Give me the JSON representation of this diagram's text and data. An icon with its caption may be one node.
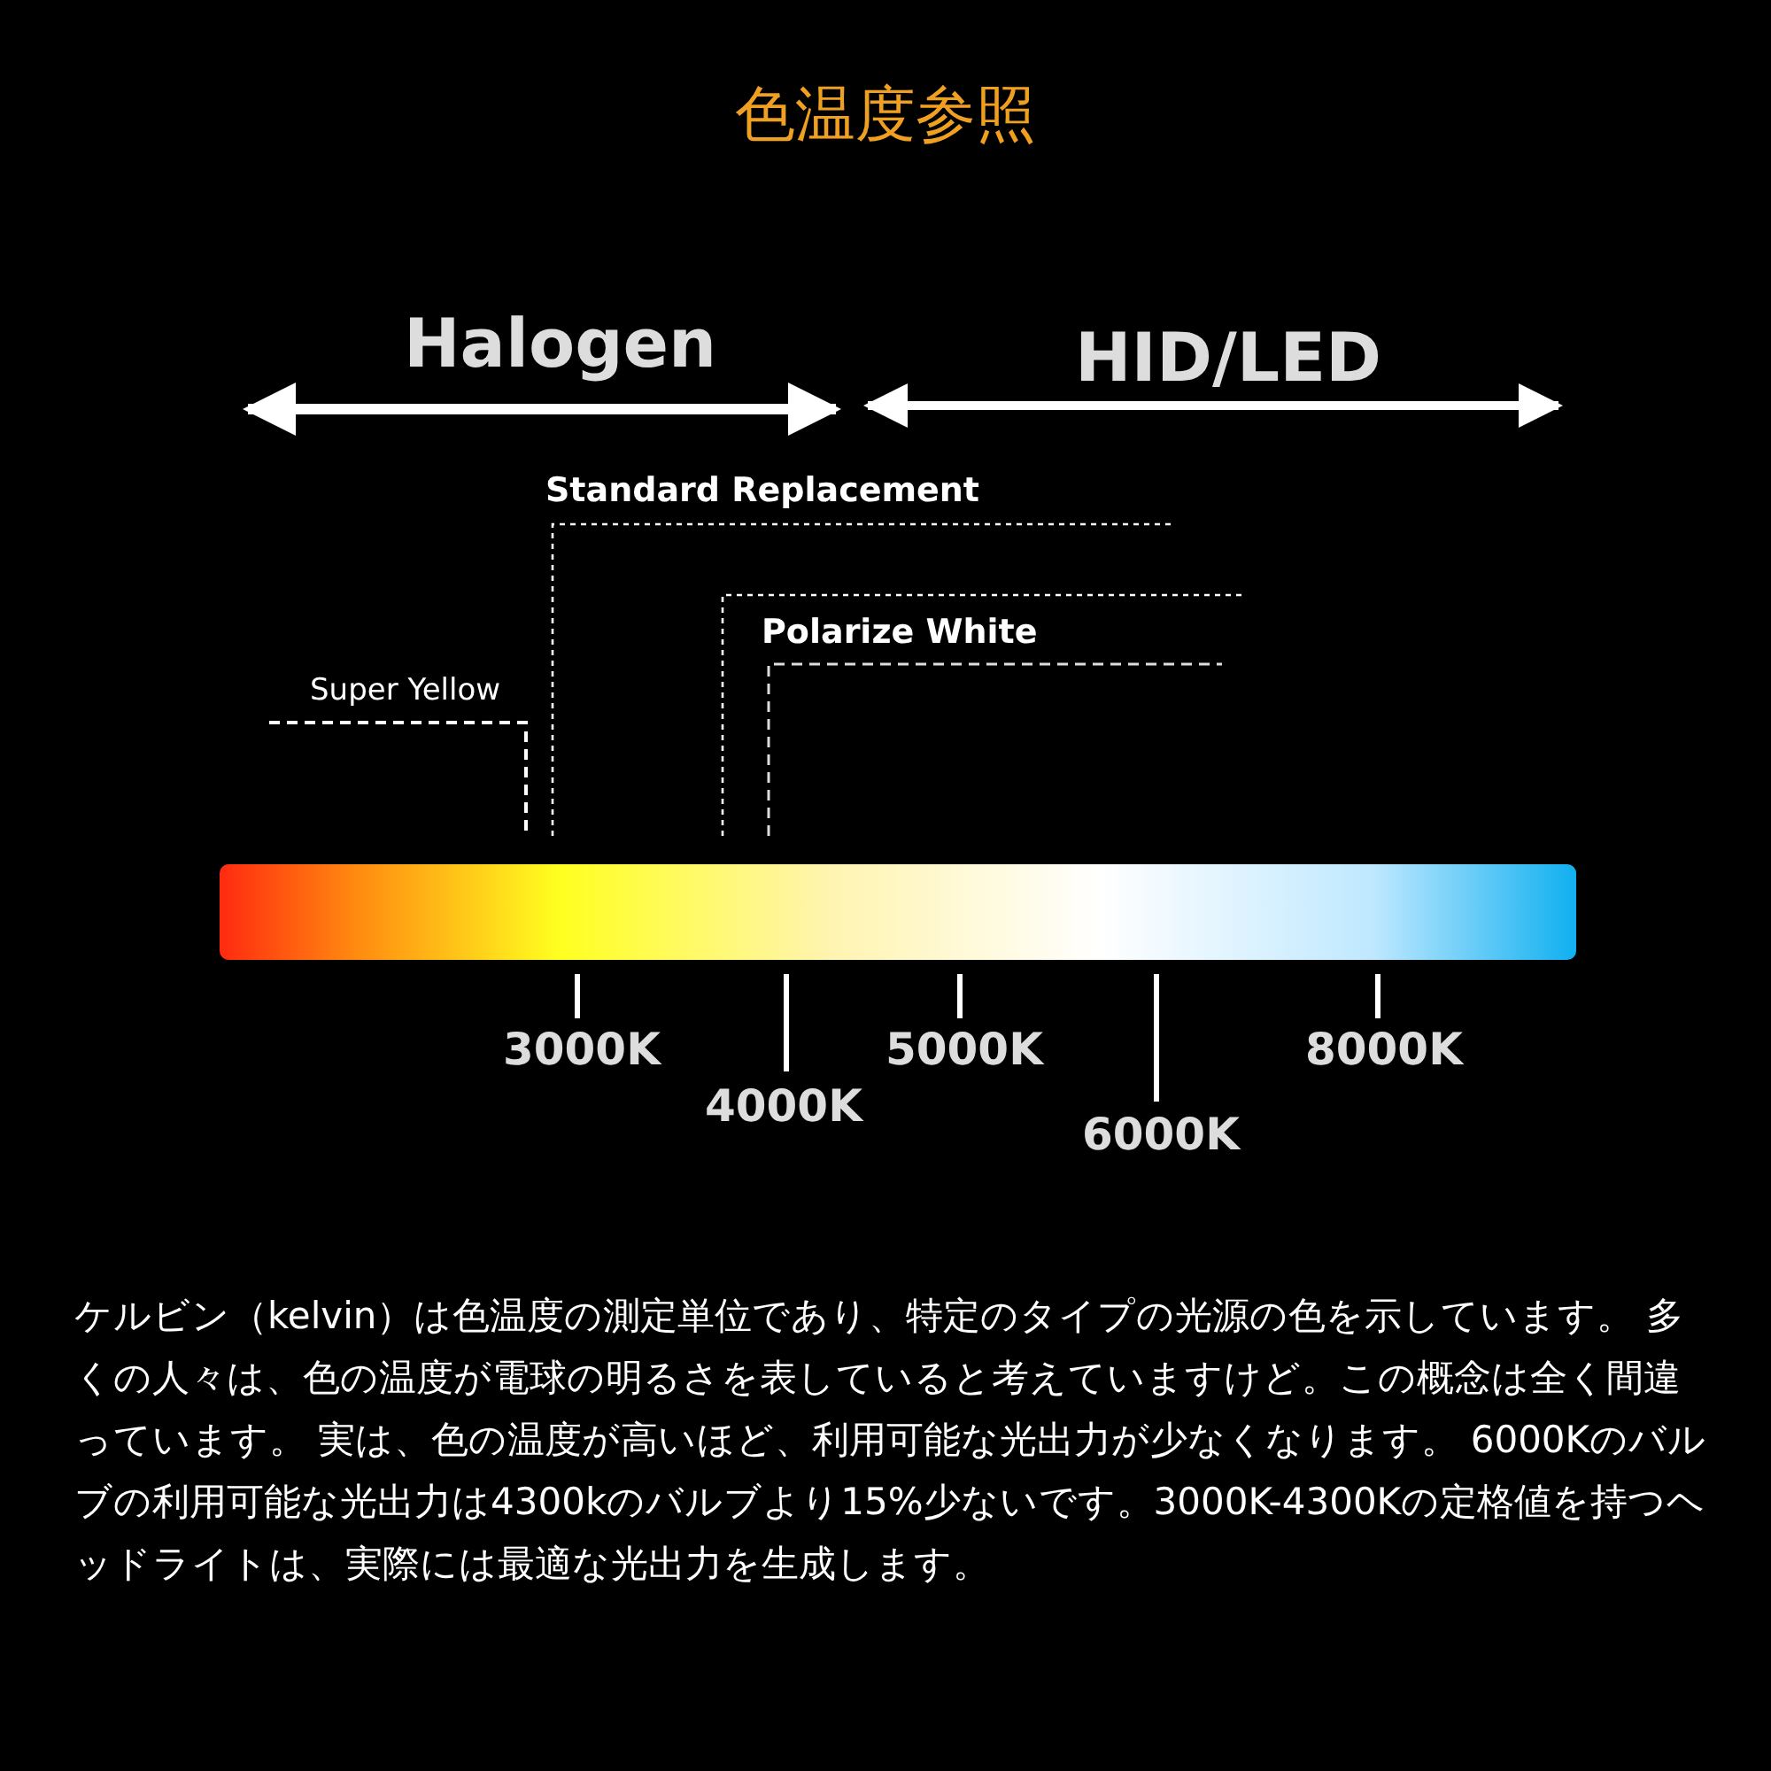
{
  "diagram": {
    "title": "色温度参照",
    "labels": [
      "Halogen",
      "HID/LED",
      "Standard Replacement",
      "Polarize White",
      "Super Yellow",
      "3000K",
      "5000K",
      "8000K",
      "4000K",
      "6000K",
      "ケルビン（kelvin）は色温度の測定単位であり、特定のタイプの光源の色を示しています。 多くの人々は、色の温度が電球の明るさを表していると考えていますけど。この概念は全く間違っています。 実は、色の温度が高いほど、利用可能な光出力が少なくなります。 6000Kのバルブの利用可能な光出力は4300kのバルブより15%少ないです。3000K-4300Kの定格値を持つヘッドライトは、実際には最適な光出力を生成します。"
    ]
  }
}
